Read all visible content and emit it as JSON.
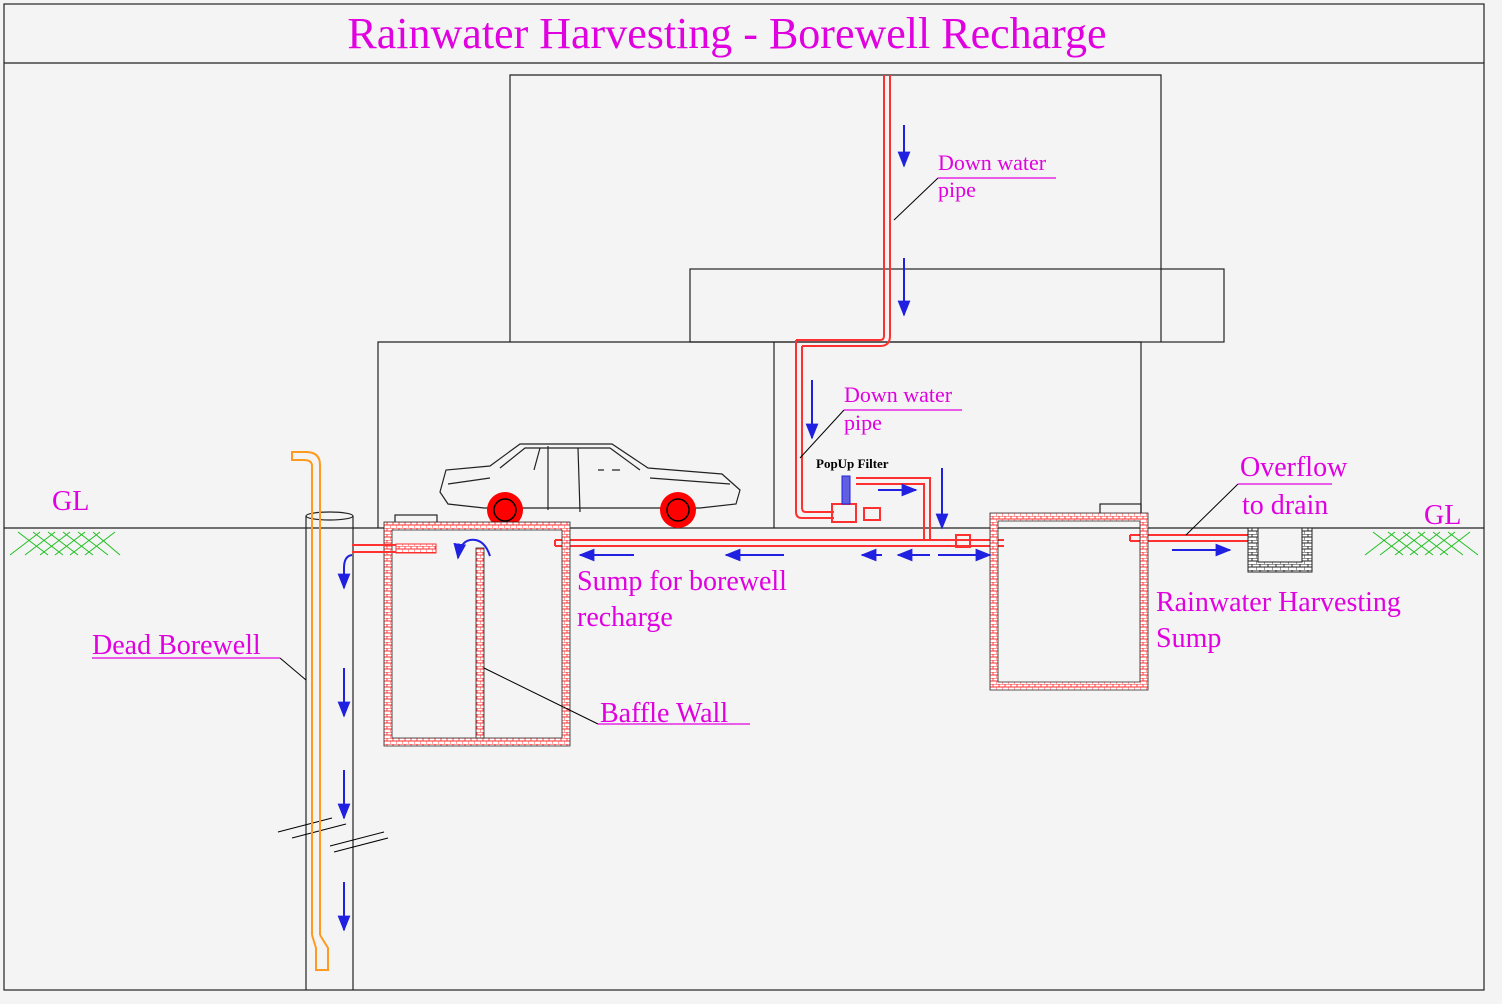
{
  "title": "Rainwater Harvesting - Borewell Recharge",
  "labels": {
    "gl_left": "GL",
    "gl_right": "GL",
    "down_pipe_top_1": "Down water",
    "down_pipe_top_2": "pipe",
    "down_pipe_mid_1": "Down water",
    "down_pipe_mid_2": "pipe",
    "popup_filter": "PopUp Filter",
    "overflow_1": "Overflow",
    "overflow_2": "to drain",
    "sump_recharge_1": "Sump for borewell",
    "sump_recharge_2": "recharge",
    "rwh_sump_1": "Rainwater Harvesting",
    "rwh_sump_2": "Sump",
    "dead_borewell": "Dead Borewell",
    "baffle_wall": "Baffle Wall"
  },
  "colors": {
    "label": "#e000e0",
    "pipe": "#ff3030",
    "borewell_pipe": "#ff9a20",
    "flow_arrow": "#2020e0",
    "grass": "#20c020",
    "wheel": "#ff0000"
  }
}
